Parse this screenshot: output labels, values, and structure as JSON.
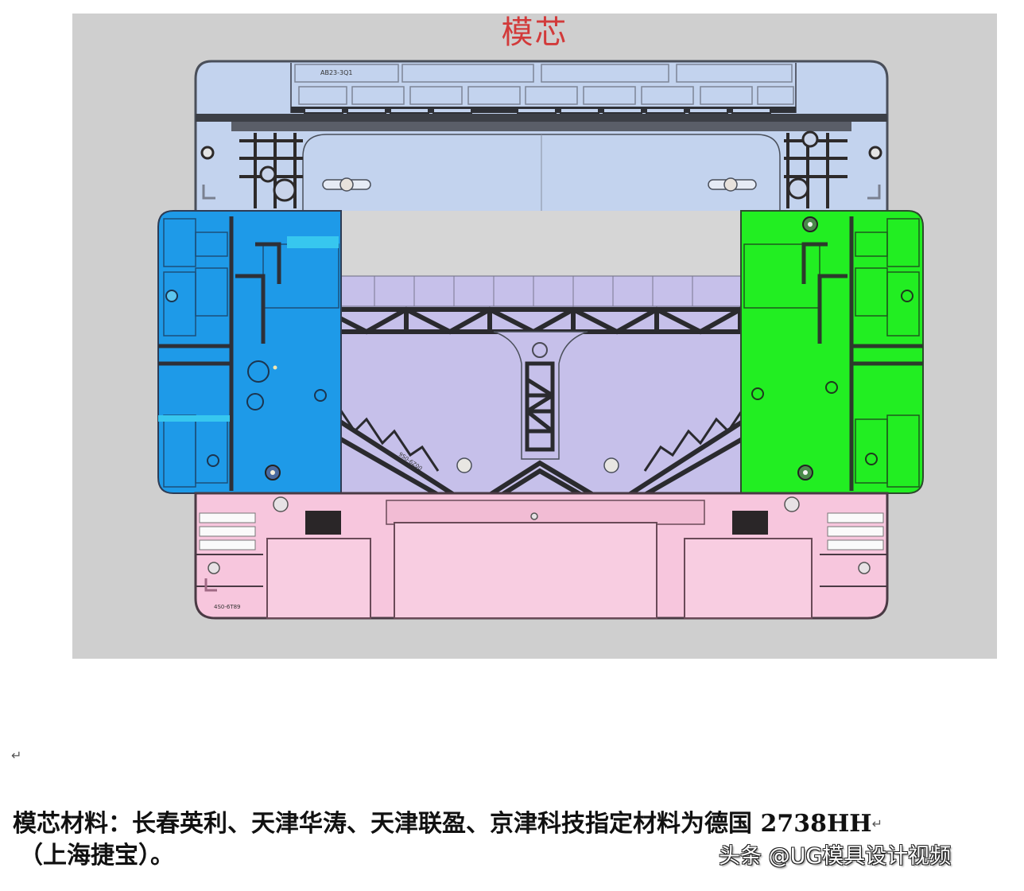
{
  "figure": {
    "title": "模芯",
    "title_color": "#d23a3a",
    "background": "#cfcfcf",
    "part_labels": {
      "top_left": "AB23-3Q1",
      "bottom_left": "4S0-6T89",
      "center_diag": "9S0-6Z00"
    },
    "regions": [
      {
        "name": "upper-frame",
        "color": "#c3d3ee"
      },
      {
        "name": "left-slider",
        "color": "#1e9ae8"
      },
      {
        "name": "right-slider",
        "color": "#22ee22"
      },
      {
        "name": "center-core",
        "color": "#c6c0ea"
      },
      {
        "name": "lower-frame",
        "color": "#f7c6dd"
      }
    ]
  },
  "document": {
    "empty_paragraph_mark": "↵",
    "paragraph_line1": "模芯材料：长春英利、天津华涛、天津联盈、京津科技指定材料为德国 2738HH",
    "paragraph_line1_mark": "↵",
    "paragraph_line2": "（上海捷宝）。"
  },
  "watermark": {
    "text": "头条 @UG模具设计视频"
  }
}
